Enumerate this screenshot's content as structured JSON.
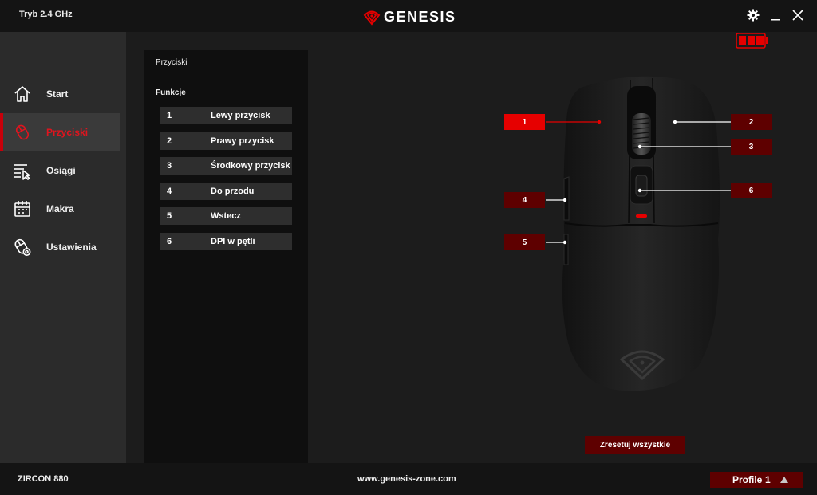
{
  "titlebar": {
    "mode": "Tryb 2.4 GHz",
    "brand": "GENESIS"
  },
  "colors": {
    "accent": "#e60000",
    "accent_dark": "#5e0000",
    "sidebar_bg": "#2b2b2b",
    "panel_bg": "#0f0f0f",
    "row_bg": "#2e2e2e"
  },
  "icons": {
    "settings": "gear-icon",
    "minimize": "minimize-icon",
    "close": "close-icon",
    "battery": "battery-icon",
    "profile_arrow": "triangle-up-icon"
  },
  "battery": {
    "level": 1.0
  },
  "sidebar": {
    "items": [
      {
        "label": "Start",
        "icon": "home-icon",
        "active": false
      },
      {
        "label": "Przyciski",
        "icon": "mouse-icon",
        "active": true
      },
      {
        "label": "Osiągi",
        "icon": "performance-icon",
        "active": false
      },
      {
        "label": "Makra",
        "icon": "macro-icon",
        "active": false
      },
      {
        "label": "Ustawienia",
        "icon": "settings-mouse-icon",
        "active": false
      }
    ]
  },
  "panel": {
    "title": "Przyciski",
    "subtitle": "Funkcje",
    "functions": [
      {
        "num": "1",
        "label": "Lewy przycisk"
      },
      {
        "num": "2",
        "label": "Prawy przycisk"
      },
      {
        "num": "3",
        "label": "Środkowy przycisk"
      },
      {
        "num": "4",
        "label": "Do przodu"
      },
      {
        "num": "5",
        "label": "Wstecz"
      },
      {
        "num": "6",
        "label": "DPI w pętli"
      }
    ]
  },
  "mouse": {
    "callouts": [
      {
        "label": "1",
        "active": true
      },
      {
        "label": "2",
        "active": false
      },
      {
        "label": "3",
        "active": false
      },
      {
        "label": "4",
        "active": false
      },
      {
        "label": "5",
        "active": false
      },
      {
        "label": "6",
        "active": false
      }
    ]
  },
  "reset_label": "Zresetuj wszystkie",
  "footer": {
    "device": "ZIRCON 880",
    "website": "www.genesis-zone.com",
    "profile_label": "Profile",
    "profile_num": "1"
  }
}
